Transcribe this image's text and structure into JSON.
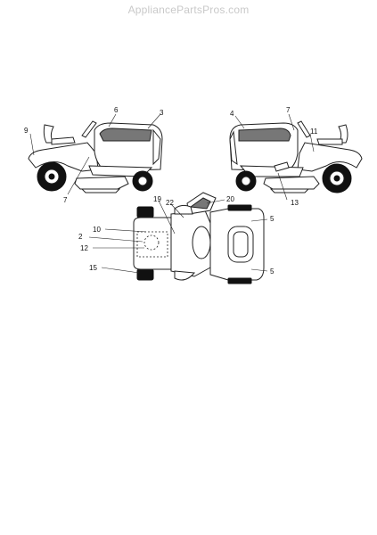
{
  "watermark": "AppliancePartsPros.com",
  "labels": {
    "left": {
      "l9": "9",
      "l6": "6",
      "l3": "3",
      "l7": "7"
    },
    "right": {
      "l4": "4",
      "l7": "7",
      "l11": "11",
      "l13": "13"
    },
    "top": {
      "l19": "19",
      "l22": "22",
      "l20": "20",
      "l5a": "5",
      "l10": "10",
      "l2": "2",
      "l12": "12",
      "l15": "15",
      "l5b": "5"
    }
  }
}
